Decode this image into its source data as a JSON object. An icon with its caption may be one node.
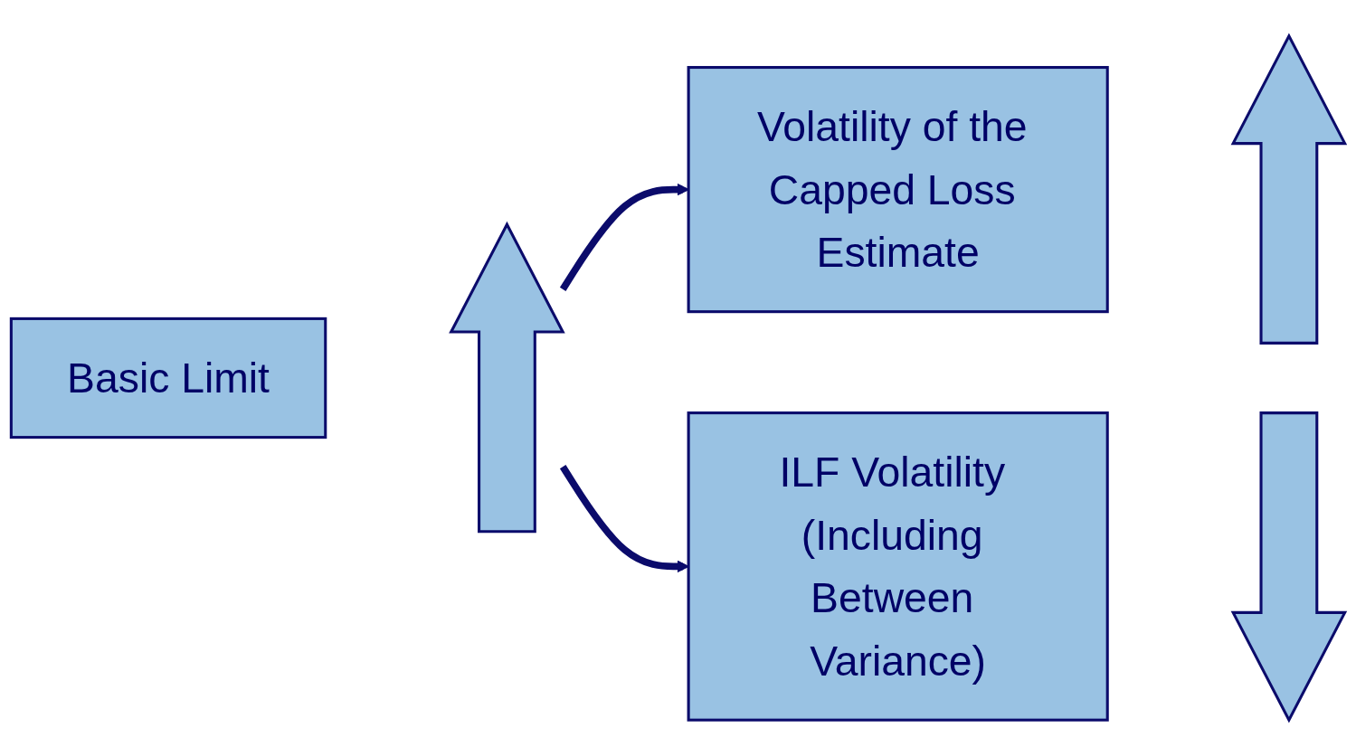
{
  "diagram": {
    "nodes": [
      {
        "text": [
          "Basic Limit"
        ]
      },
      {
        "text": [],
        "shape": "arrow"
      },
      {
        "text": [
          "Volatility of the Capped Loss Estimate"
        ]
      },
      {
        "text": [],
        "shape": "arrow"
      },
      {
        "text": [
          "ILF Volatility (Including Between Variance)"
        ]
      },
      {
        "text": [],
        "shape": "arrow"
      }
    ],
    "edges": [
      {
        "from": 1,
        "to": 2,
        "arrow": "to"
      },
      {
        "from": 1,
        "to": 4,
        "arrow": "to"
      }
    ]
  }
}
